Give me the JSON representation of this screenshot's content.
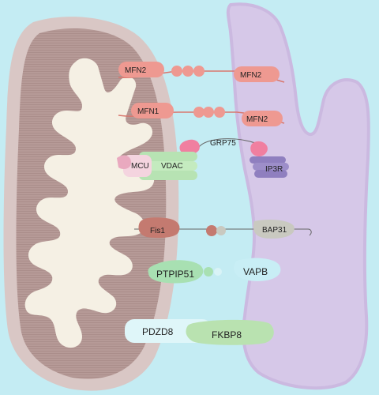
{
  "background_color": "#c4ecf3",
  "colors": {
    "mitochondrion_outer": "#d9c7c5",
    "mitochondrion_matrix": "#b69a97",
    "cristae": "#f5f0e4",
    "er": "#d6c8e8",
    "er_edge": "#cbb9e0",
    "mfn": "#ee9991",
    "grp75": "#f07fa0",
    "mcu": "#f4d4df",
    "vdac": "#b7e3b3",
    "ip3r": "#8f7fbf",
    "fis1": "#c47a70",
    "bap31": "#c9c9c0",
    "ptpip51": "#a8e0b2",
    "vapb": "#c8eef5",
    "pdzd8": "#dff6f9",
    "fkbp8": "#b9e2b0"
  },
  "labels": {
    "mfn2_left": "MFN2",
    "mfn2_right_top": "MFN2",
    "mfn1": "MFN1",
    "mfn2_right_mid": "MFN2",
    "grp75": "GRP75",
    "mcu": "MCU",
    "vdac": "VDAC",
    "ip3r": "IP3R",
    "fis1": "Fis1",
    "bap31": "BAP31",
    "ptpip51": "PTPIP51",
    "vapb": "VAPB",
    "pdzd8": "PDZD8",
    "fkbp8": "FKBP8"
  }
}
